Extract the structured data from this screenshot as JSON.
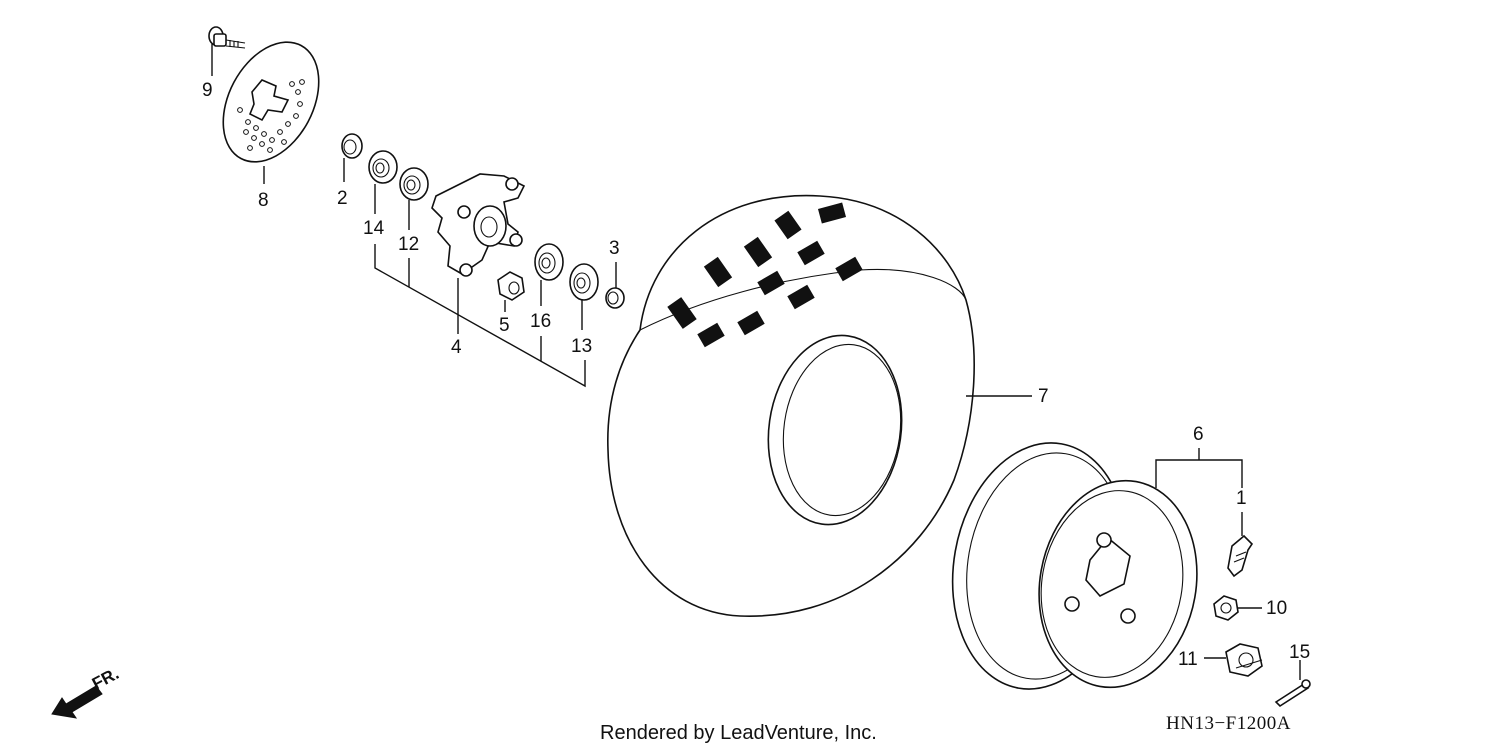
{
  "diagram": {
    "callouts": {
      "c1": "1",
      "c2": "2",
      "c3": "3",
      "c4": "4",
      "c5": "5",
      "c6": "6",
      "c7": "7",
      "c8": "8",
      "c9": "9",
      "c10": "10",
      "c11": "11",
      "c12": "12",
      "c13": "13",
      "c14": "14",
      "c15": "15",
      "c16": "16"
    },
    "direction_marker": "FR.",
    "footer_text": "Rendered by LeadVenture, Inc.",
    "diagram_code": "HN13−F1200A"
  }
}
